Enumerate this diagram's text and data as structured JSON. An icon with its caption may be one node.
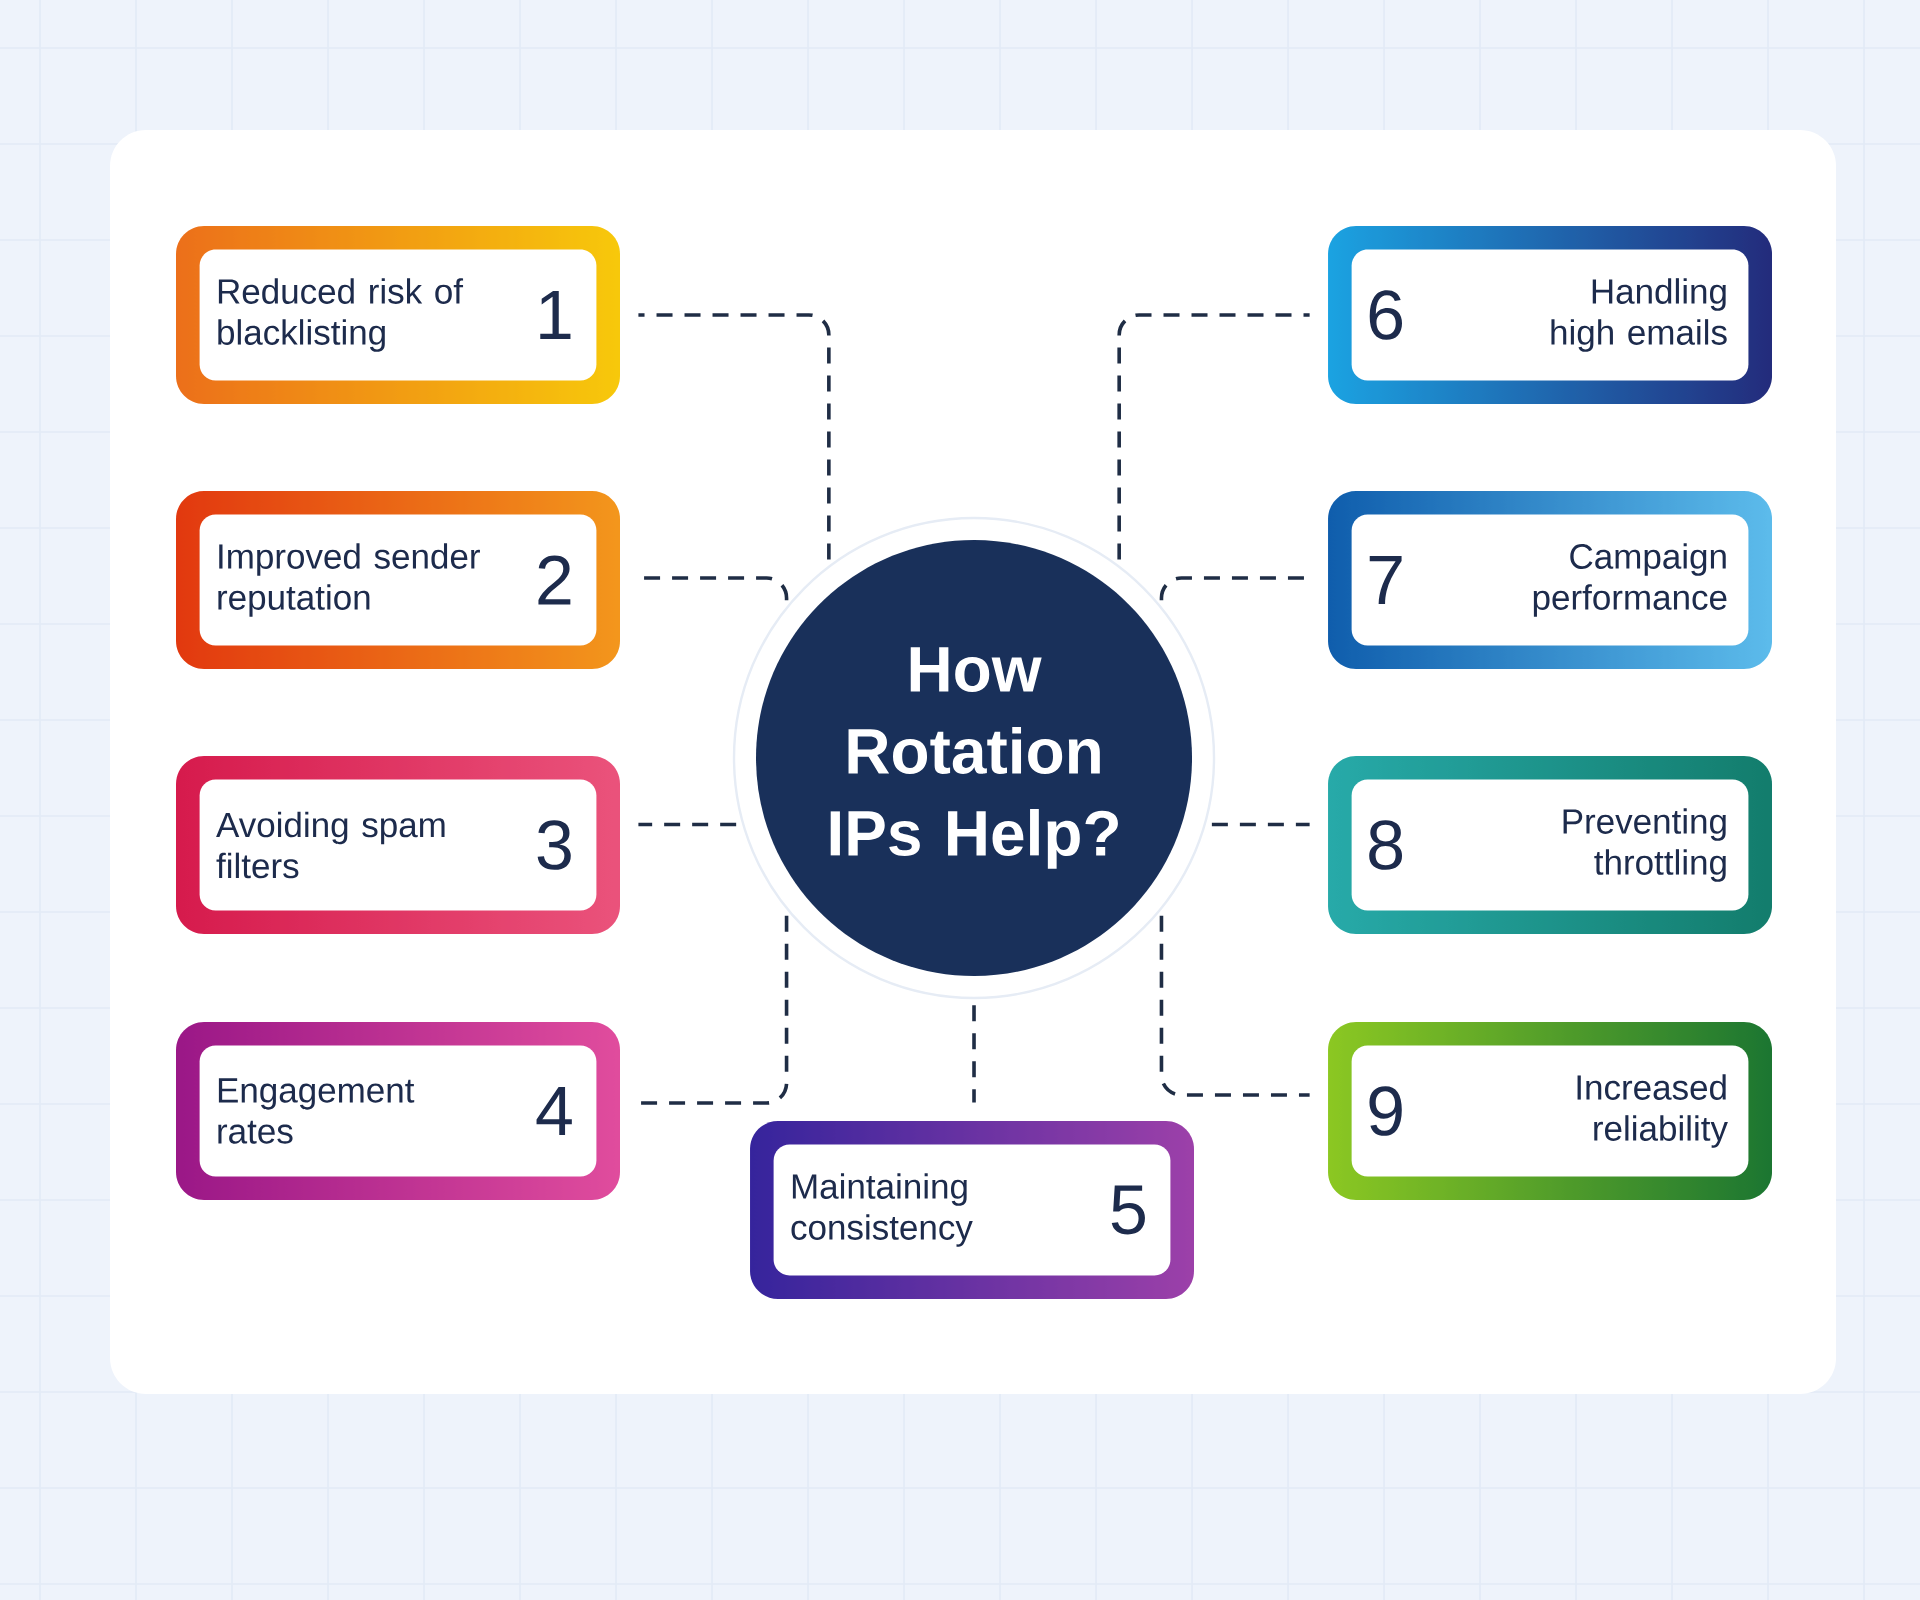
{
  "diagram": {
    "nodes": [
      {
        "text": [
          "How Rotation IPs Help?"
        ]
      },
      {
        "text": [
          "Reduced risk of blacklisting",
          "1"
        ]
      },
      {
        "text": [
          "Improved sender reputation",
          "2"
        ]
      },
      {
        "text": [
          "Avoiding spam filters",
          "3"
        ]
      },
      {
        "text": [
          "Engagement rates",
          "4"
        ]
      },
      {
        "text": [
          "Maintaining consistency",
          "5"
        ]
      },
      {
        "text": [
          "6",
          "Handling high emails"
        ]
      },
      {
        "text": [
          "7",
          "Campaign performance"
        ]
      },
      {
        "text": [
          "8",
          "Preventing throttling"
        ]
      },
      {
        "text": [
          "9",
          "Increased reliability"
        ]
      }
    ],
    "edges": [
      {
        "from": 0,
        "to": 1,
        "arrow": "none",
        "style": "dashed"
      },
      {
        "from": 0,
        "to": 2,
        "arrow": "none",
        "style": "dashed"
      },
      {
        "from": 0,
        "to": 3,
        "arrow": "none",
        "style": "dashed"
      },
      {
        "from": 0,
        "to": 4,
        "arrow": "none",
        "style": "dashed"
      },
      {
        "from": 0,
        "to": 5,
        "arrow": "none",
        "style": "dashed"
      },
      {
        "from": 0,
        "to": 6,
        "arrow": "none",
        "style": "dashed"
      },
      {
        "from": 0,
        "to": 7,
        "arrow": "none",
        "style": "dashed"
      },
      {
        "from": 0,
        "to": 8,
        "arrow": "none",
        "style": "dashed"
      },
      {
        "from": 0,
        "to": 9,
        "arrow": "none",
        "style": "dashed"
      }
    ]
  }
}
